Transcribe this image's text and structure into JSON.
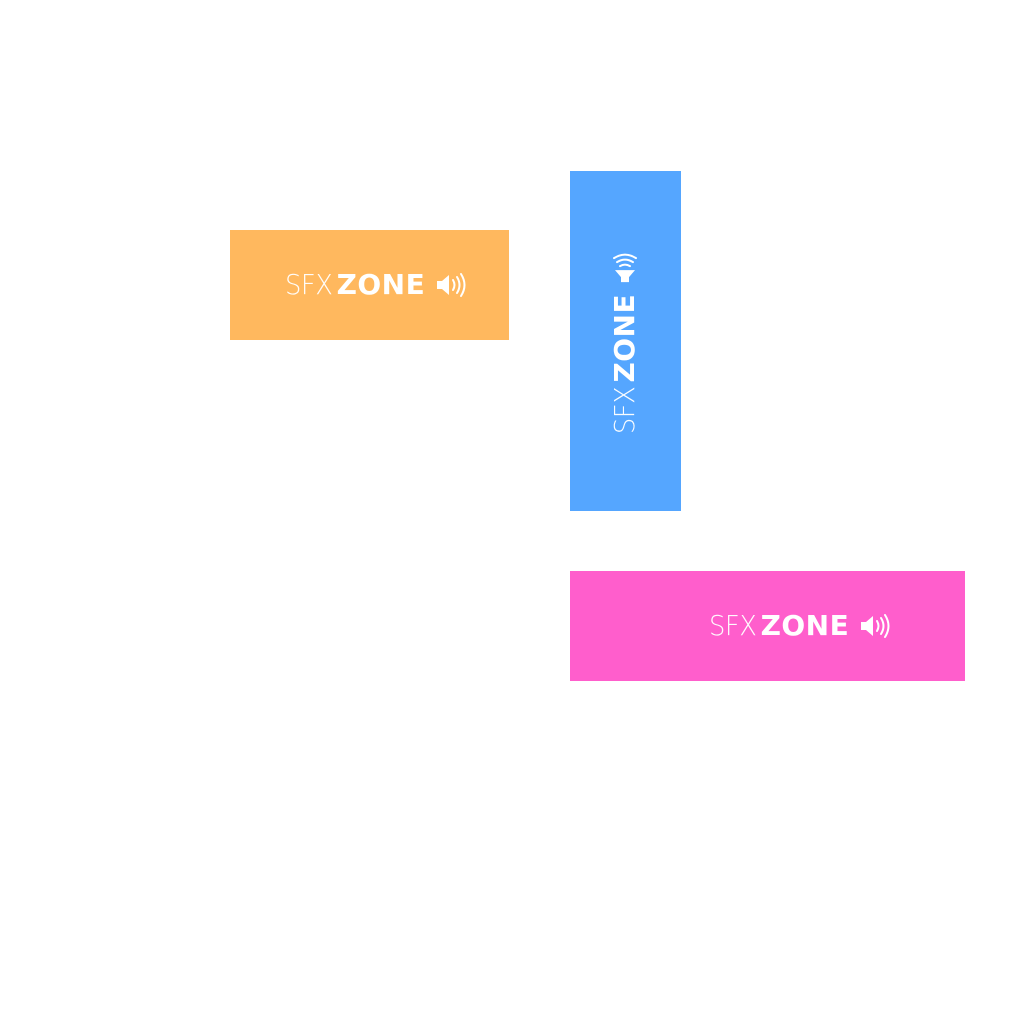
{
  "colors": {
    "background": "#ffffff",
    "orange": "#ffb85e",
    "blue": "#55a6ff",
    "pink": "#ff5ecc",
    "logo_text": "#ffffff"
  },
  "banners": [
    {
      "id": "orange",
      "orientation": "horizontal",
      "logo": {
        "prefix": "SFX",
        "name": "ZONE",
        "icon": "speaker-icon"
      }
    },
    {
      "id": "blue",
      "orientation": "vertical",
      "logo": {
        "prefix": "SFX",
        "name": "ZONE",
        "icon": "speaker-icon"
      }
    },
    {
      "id": "pink",
      "orientation": "horizontal",
      "logo": {
        "prefix": "SFX",
        "name": "ZONE",
        "icon": "speaker-icon"
      }
    }
  ]
}
